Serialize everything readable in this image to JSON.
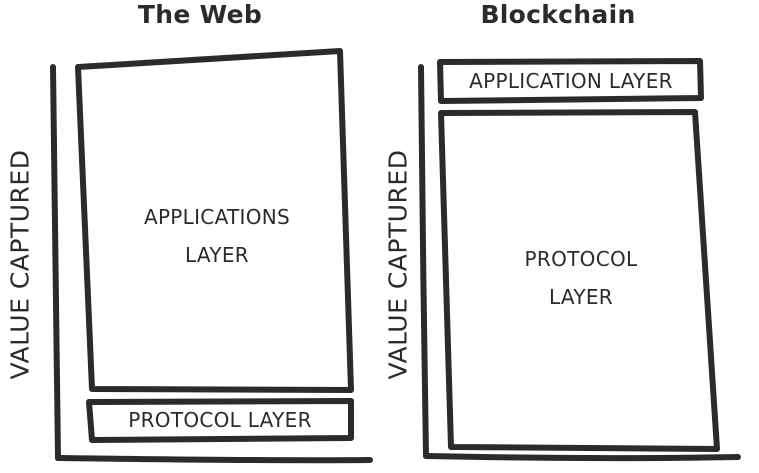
{
  "panels": {
    "web": {
      "title": "The Web",
      "axis_label": "VALUE CAPTURED",
      "top_box_label": "APPLICATIONS\nLAYER",
      "bottom_box_label": "PROTOCOL LAYER"
    },
    "blockchain": {
      "title": "Blockchain",
      "axis_label": "VALUE CAPTURED",
      "top_box_label": "APPLICATION LAYER",
      "bottom_box_label": "PROTOCOL\nLAYER"
    }
  },
  "colors": {
    "ink": "#2b2b2b",
    "background": "#ffffff"
  }
}
